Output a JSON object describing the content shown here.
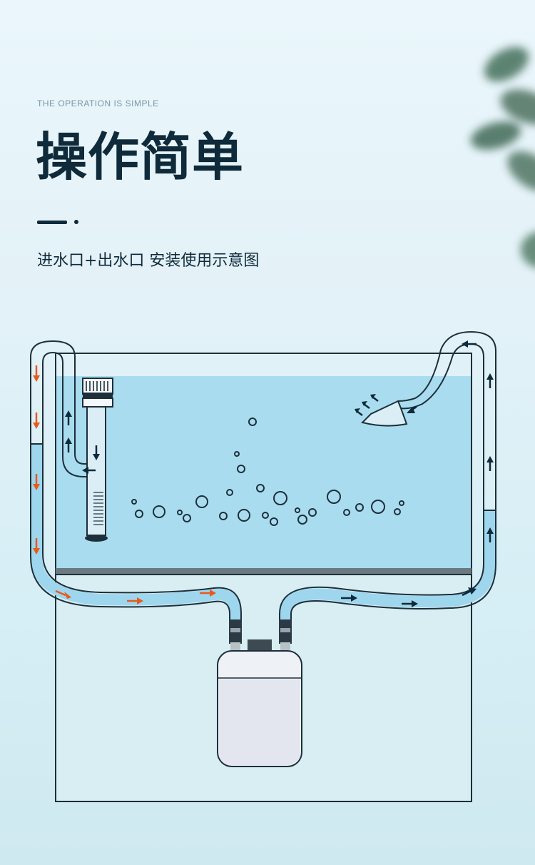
{
  "header": {
    "subtitle_en": "THE OPERATION IS SIMPLE",
    "title": "操作简单",
    "caption": "进水口+出水口 安装使用示意图"
  },
  "colors": {
    "title": "#0f2a3a",
    "water": "#a9dcef",
    "tube_water": "#9ed6ee",
    "arrow_in": "#e85a1c",
    "arrow_out": "#0f2a3a",
    "outline": "#1d2f3b"
  },
  "icons": [
    "leaf-icon",
    "filter-icon",
    "outlet-icon",
    "pump-icon",
    "valve-icon",
    "arrow-icon",
    "bubble-icon"
  ]
}
